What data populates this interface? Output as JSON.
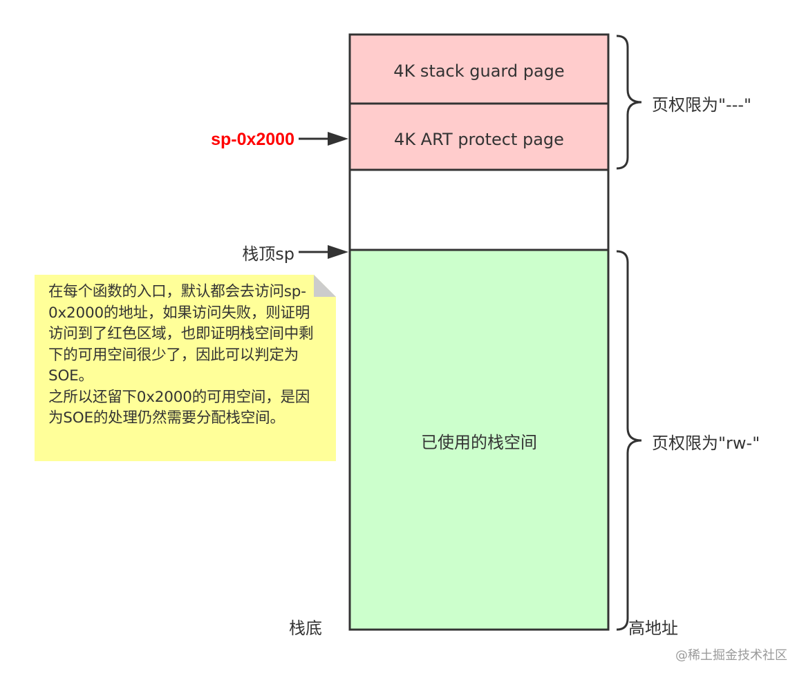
{
  "blocks": {
    "guard_page": "4K stack guard page",
    "art_protect_page": "4K ART protect page",
    "used_stack": "已使用的栈空间"
  },
  "pointers": {
    "sp_minus": "sp-0x2000",
    "stack_top": "栈顶sp",
    "stack_bottom": "栈底",
    "high_address": "高地址"
  },
  "permissions": {
    "red_region": "页权限为\"---\"",
    "green_region": "页权限为\"rw-\""
  },
  "note": {
    "text": "在每个函数的入口，默认都会去访问sp-0x2000的地址，如果访问失败，则证明访问到了红色区域，也即证明栈空间中剩下的可用空间很少了，因此可以判定为SOE。\n之所以还留下0x2000的可用空间，是因为SOE的处理仍然需要分配栈空间。"
  },
  "watermark": "@稀土掘金技术社区",
  "colors": {
    "red_fill": "#ffcccc",
    "green_fill": "#ccffcc",
    "note_fill": "#ffff99",
    "sp_label": "#ff0000",
    "stroke": "#333333"
  }
}
